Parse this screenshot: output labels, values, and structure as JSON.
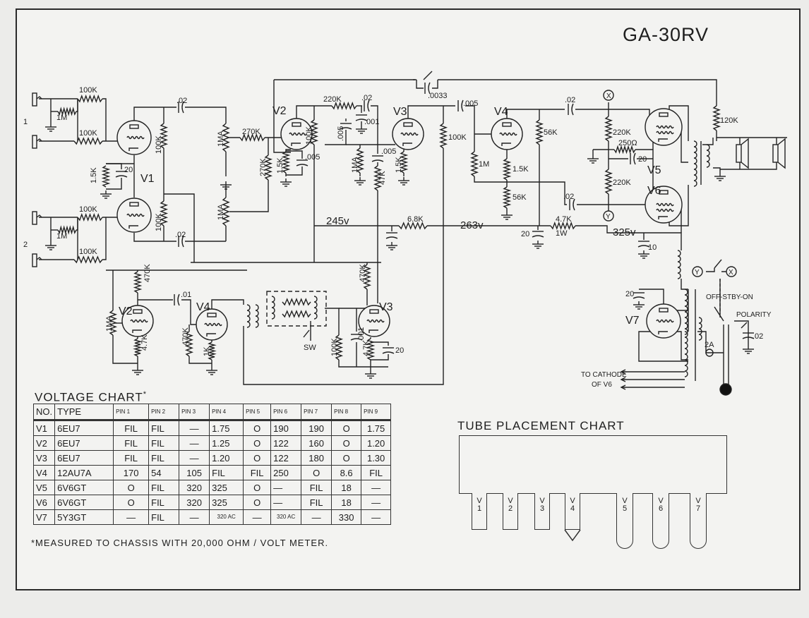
{
  "title": "GA-30RV",
  "schematic": {
    "labels": [
      "100K",
      "1M",
      "100K",
      "100K",
      "1M",
      "100K",
      "1",
      "2",
      "V1",
      "1.5K",
      "20",
      ".02",
      "100K",
      "100K",
      ".02",
      "1MA",
      "1MA",
      "270K",
      "270K",
      "V2",
      "1.5K",
      ".005",
      "100K",
      "220K",
      ".02",
      ".001",
      ".005",
      "1MA",
      ".005",
      "47K",
      "V3",
      "1.5K",
      ".0033",
      ".005",
      "100K",
      "1M",
      "V4",
      "1.5K",
      "56K",
      "56K",
      ".02",
      "220K",
      "250Ω",
      "20",
      "220K",
      ".02",
      "V5",
      "V6",
      "120K",
      "245v",
      "6.8K",
      "263v",
      "20",
      "4.7K",
      "1W",
      "325v",
      "10",
      "OFF-STBY-ON",
      "POLARITY",
      ".02",
      "V7",
      "20",
      "2A",
      "TO CATHODE",
      "OF V6",
      "V2",
      "470K",
      "1MA",
      "4.7K",
      ".01",
      "V4",
      "470K",
      "1K",
      "SW",
      "100K",
      ".001",
      "V3",
      "470K",
      "4.7K",
      "20",
      "X",
      "Y",
      "Y",
      "X"
    ]
  },
  "voltage_chart": {
    "title": "VOLTAGE CHART",
    "title_mark": "*",
    "headers": [
      "NO.",
      "TYPE",
      "PIN 1",
      "PIN 2",
      "PIN 3",
      "PIN 4",
      "PIN 5",
      "PIN 6",
      "PIN 7",
      "PIN 8",
      "PIN 9"
    ],
    "rows": [
      [
        "V1",
        "6EU7",
        "FIL",
        "FIL",
        "—",
        "1.75",
        "O",
        "190",
        "190",
        "O",
        "1.75"
      ],
      [
        "V2",
        "6EU7",
        "FIL",
        "FIL",
        "—",
        "1.25",
        "O",
        "122",
        "160",
        "O",
        "1.20"
      ],
      [
        "V3",
        "6EU7",
        "FIL",
        "FIL",
        "—",
        "1.20",
        "O",
        "122",
        "180",
        "O",
        "1.30"
      ],
      [
        "V4",
        "12AU7A",
        "170",
        "54",
        "105",
        "FIL",
        "FIL",
        "250",
        "O",
        "8.6",
        "FIL"
      ],
      [
        "V5",
        "6V6GT",
        "O",
        "FIL",
        "320",
        "325",
        "O",
        "—",
        "FIL",
        "18",
        "—"
      ],
      [
        "V6",
        "6V6GT",
        "O",
        "FIL",
        "320",
        "325",
        "O",
        "—",
        "FIL",
        "18",
        "—"
      ],
      [
        "V7",
        "5Y3GT",
        "—",
        "FIL",
        "—",
        "320 AC",
        "—",
        "320 AC",
        "—",
        "330",
        "—"
      ]
    ],
    "footnote": "*MEASURED TO CHASSIS WITH 20,000 OHM / VOLT METER."
  },
  "tube_placement": {
    "title": "TUBE PLACEMENT CHART",
    "tubes": [
      {
        "letter": "V",
        "num": "1"
      },
      {
        "letter": "V",
        "num": "2"
      },
      {
        "letter": "V",
        "num": "3"
      },
      {
        "letter": "V",
        "num": "4"
      },
      {
        "letter": "V",
        "num": "5"
      },
      {
        "letter": "V",
        "num": "6"
      },
      {
        "letter": "V",
        "num": "7"
      }
    ]
  }
}
